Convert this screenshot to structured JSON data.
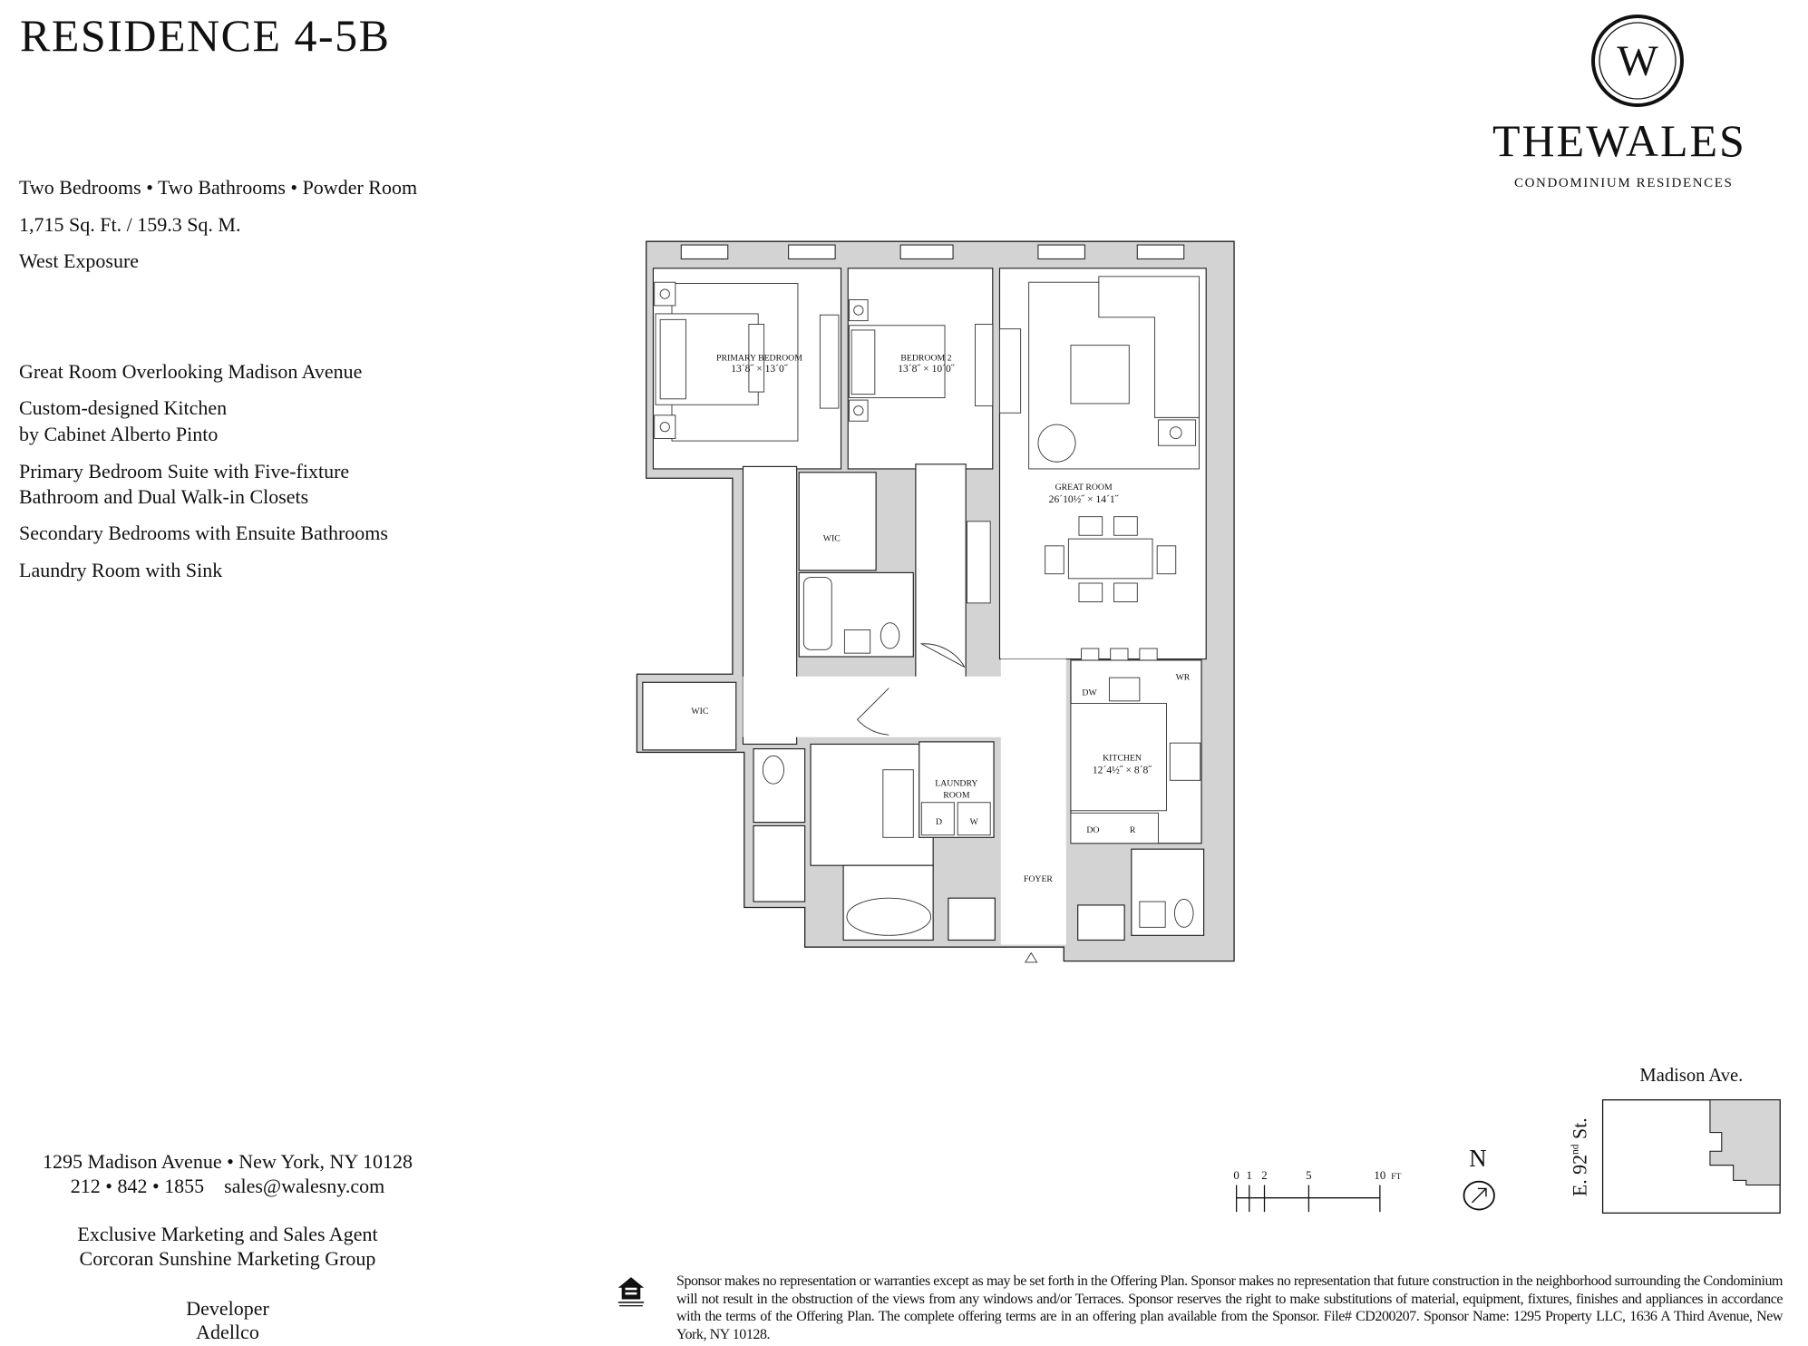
{
  "header": {
    "title": "RESIDENCE 4-5B"
  },
  "specs": [
    "Two Bedrooms  •  Two Bathrooms  •  Powder Room",
    "1,715 Sq. Ft. / 159.3 Sq. M.",
    "West Exposure"
  ],
  "features": [
    "Great Room Overlooking Madison Avenue",
    "Custom-designed Kitchen",
    "by Cabinet Alberto Pinto",
    "Primary Bedroom Suite with Five-fixture",
    "Bathroom and Dual Walk-in Closets",
    "Secondary Bedrooms with Ensuite Bathrooms",
    "Laundry Room with Sink"
  ],
  "logo": {
    "monogram": "W",
    "name": "THEWALES",
    "tagline": "CONDOMINIUM RESIDENCES"
  },
  "contact": {
    "address": "1295 Madison Avenue • New York, NY 10128",
    "phone_email": "212 • 842 • 1855    sales@walesny.com",
    "agent_title": "Exclusive Marketing and Sales Agent",
    "agent_name": "Corcoran Sunshine Marketing Group",
    "developer_title": "Developer",
    "developer_name": "Adellco"
  },
  "plan": {
    "rooms": {
      "primary_bedroom": {
        "name": "PRIMARY BEDROOM",
        "dims": "13´8˝ × 13´0˝"
      },
      "bedroom2": {
        "name": "BEDROOM 2",
        "dims": "13´8˝ × 10´0˝"
      },
      "great_room": {
        "name": "GREAT ROOM",
        "dims": "26´10½˝ × 14´1˝"
      },
      "kitchen": {
        "name": "KITCHEN",
        "dims": "12´4½˝ × 8´8˝"
      },
      "laundry": {
        "name1": "LAUNDRY",
        "name2": "ROOM"
      },
      "wic1": "WIC",
      "wic2": "WIC",
      "foyer": "FOYER"
    },
    "appliances": {
      "dryer": "D",
      "washer": "W",
      "dishwasher": "DW",
      "wine": "WR",
      "double_oven": "DO",
      "fridge": "R"
    }
  },
  "scale": {
    "ticks": [
      "0",
      "1",
      "2",
      "5",
      "10"
    ],
    "unit": "FT"
  },
  "compass": {
    "label": "N"
  },
  "keymap": {
    "street_top": "Madison Ave.",
    "street_side_prefix": "E. 92",
    "street_side_sup": "nd",
    "street_side_suffix": " St."
  },
  "disclaimer": "Sponsor makes no representation or warranties except as may be set forth in the Offering Plan. Sponsor makes no representation that future construction in the neighborhood surrounding the Condominium will not result in the obstruction of the views from any windows and/or Terraces. Sponsor reserves the right to make substitutions of material, equipment, fixtures, finishes and appliances in accordance with the terms of the Offering Plan. The complete offering terms are in an offering plan available from the Sponsor. File# CD200207. Sponsor Name: 1295 Property LLC, 1636 A Third Avenue, New York, NY 10128."
}
